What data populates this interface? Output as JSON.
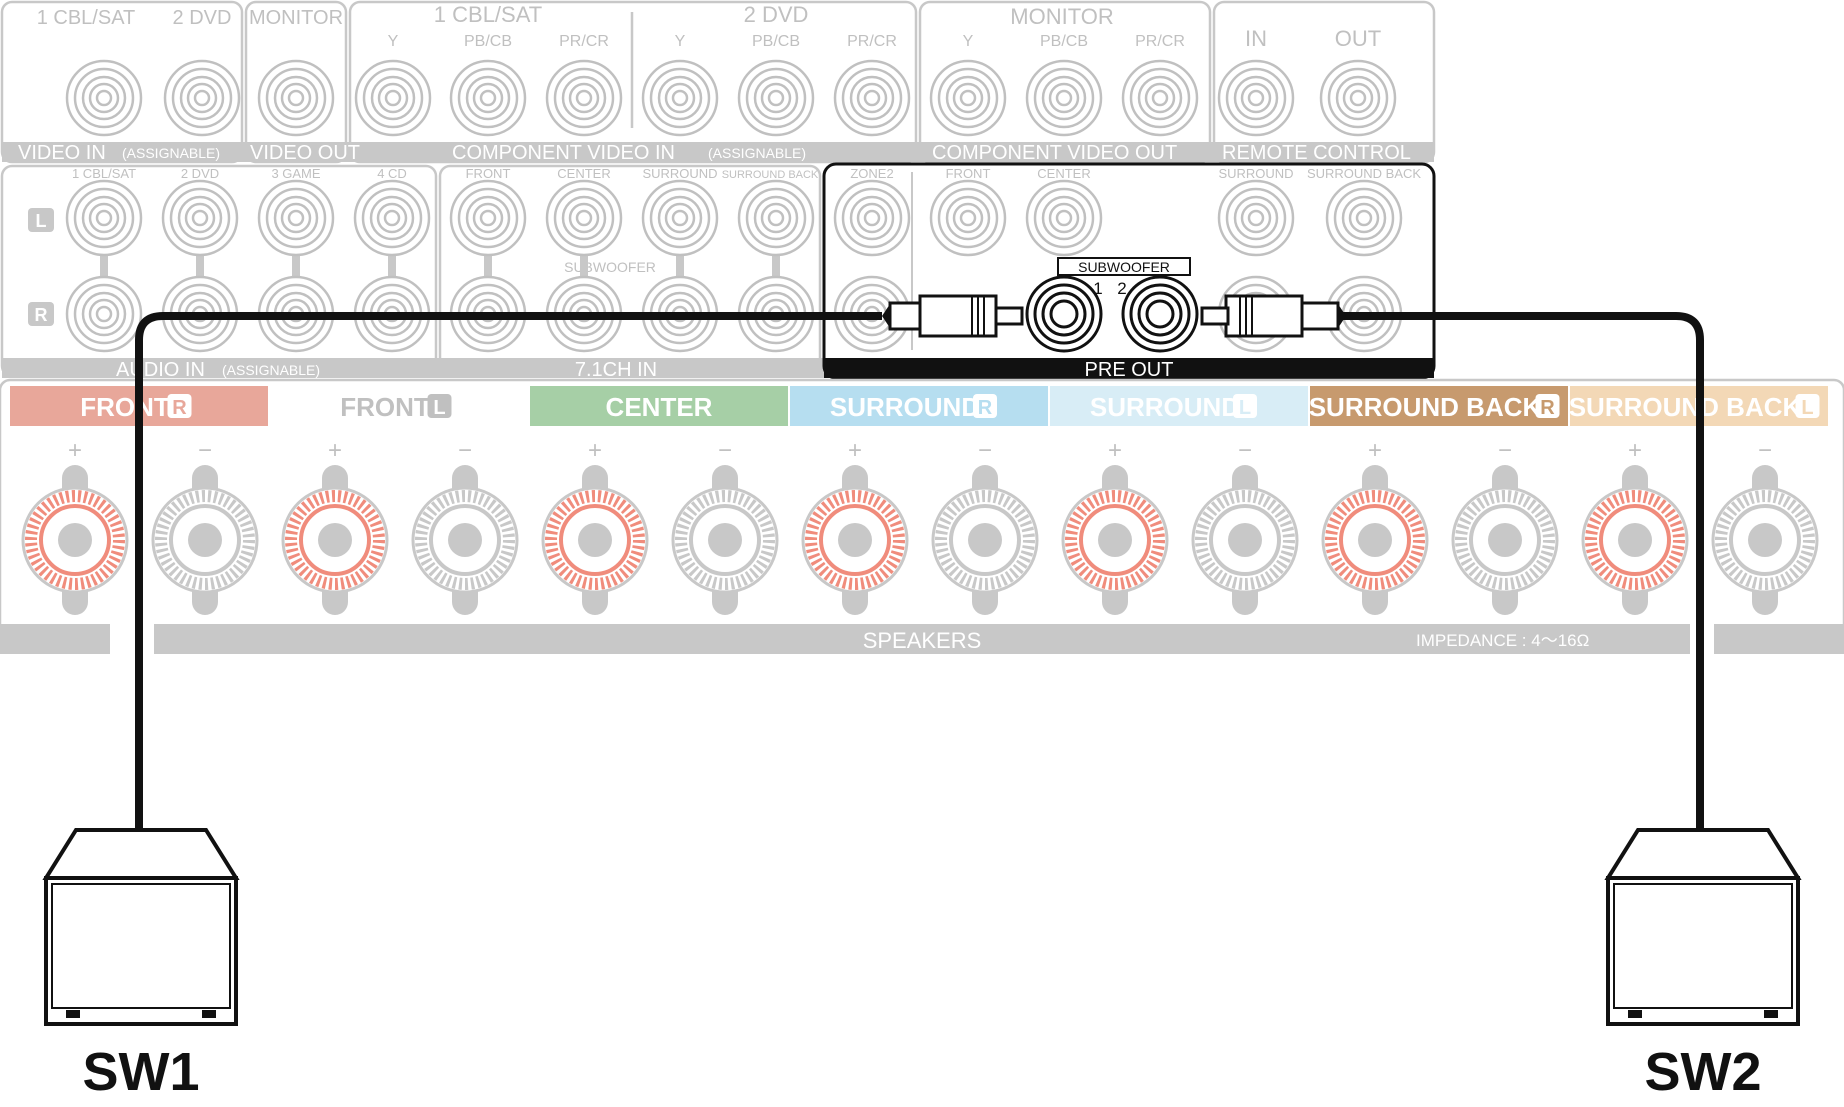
{
  "colors": {
    "panel_gray": "#c8c8c8",
    "jack_gray": "#c0c0c0",
    "front_r": "#e8a79a",
    "center": "#a6cfa6",
    "surround_r": "#b6def0",
    "surround_l": "#d8edf6",
    "surround_back_r": "#c79a6e",
    "surround_back_l": "#f3d8b6",
    "terminal_red": "#f08c7c",
    "cable": "#111111"
  },
  "top_panel": {
    "video_in_label": "VIDEO IN",
    "video_in_sub": "(ASSIGNABLE)",
    "video_in_jacks": [
      "1 CBL/SAT",
      "2 DVD"
    ],
    "video_out_label": "VIDEO OUT",
    "video_out_jack": "MONITOR",
    "component_in_label": "COMPONENT VIDEO IN",
    "component_in_sub": "(ASSIGNABLE)",
    "component_in_groups": [
      "1 CBL/SAT",
      "2 DVD"
    ],
    "component_channels": [
      "Y",
      "PB/CB",
      "PR/CR"
    ],
    "component_out_label": "COMPONENT VIDEO OUT",
    "component_out_group": "MONITOR",
    "remote_label": "REMOTE CONTROL",
    "remote_jacks": [
      "IN",
      "OUT"
    ]
  },
  "middle_panel": {
    "audio_in_label": "AUDIO IN",
    "audio_in_sub": "(ASSIGNABLE)",
    "audio_in_jacks": [
      "1 CBL/SAT",
      "2 DVD",
      "3 GAME",
      "4 CD"
    ],
    "lr_badges": [
      "L",
      "R"
    ],
    "ch71_label": "7.1CH IN",
    "ch71_jacks": [
      "FRONT",
      "CENTER",
      "SURROUND",
      "SURROUND BACK"
    ],
    "ch71_sub": "SUBWOOFER",
    "zone2_label": "ZONE2",
    "pre_out_label": "PRE OUT",
    "pre_out_jacks": [
      "FRONT",
      "CENTER",
      "SURROUND",
      "SURROUND BACK"
    ],
    "subwoofer_label": "SUBWOOFER",
    "subwoofer_numbers": [
      "1",
      "2"
    ]
  },
  "speakers": {
    "groups": [
      {
        "text": "FRONT",
        "badge": "R",
        "color": "#e8a79a"
      },
      {
        "text": "FRONT",
        "badge": "L",
        "color": "#ffffff"
      },
      {
        "text": "CENTER",
        "badge": "",
        "color": "#a6cfa6"
      },
      {
        "text": "SURROUND",
        "badge": "R",
        "color": "#b6def0"
      },
      {
        "text": "SURROUND",
        "badge": "L",
        "color": "#d8edf6"
      },
      {
        "text": "SURROUND BACK",
        "badge": "R",
        "color": "#c79a6e"
      },
      {
        "text": "SURROUND BACK",
        "badge": "L",
        "color": "#f3d8b6"
      }
    ],
    "polarity": [
      "+",
      "−"
    ],
    "label": "SPEAKERS",
    "impedance": "IMPEDANCE : 4～16Ω"
  },
  "subwoofers": [
    {
      "label": "SW1"
    },
    {
      "label": "SW2"
    }
  ]
}
